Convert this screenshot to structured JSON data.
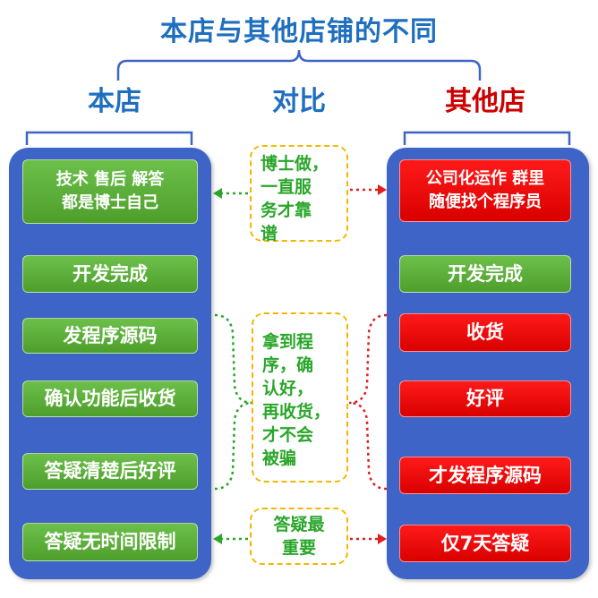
{
  "title": "本店与其他店铺的不同",
  "headers": {
    "left": "本店",
    "middle": "对比",
    "right": "其他店"
  },
  "left_steps": [
    "技术 售后 解答\n都是博士自己",
    "开发完成",
    "发程序源码",
    "确认功能后收货",
    "答疑清楚后好评",
    "答疑无时间限制"
  ],
  "right_steps": [
    "公司化运作 群里\n随便找个程序员",
    "开发完成",
    "收货",
    "好评",
    "才发程序源码",
    "仅7天答疑"
  ],
  "notes": [
    "博士做，\n一直服\n务才靠\n谱",
    "拿到程\n序，确\n认好，\n再收货，\n才不会\n被骗",
    "答疑最\n重要"
  ],
  "colors": {
    "title_blue": "#1f6fbf",
    "panel_blue": "#3d64c6",
    "step_green": "#5aac38",
    "step_red": "#e60000",
    "note_border": "#f2b800",
    "note_text": "#2aa62a",
    "other_red": "#cc0000"
  }
}
